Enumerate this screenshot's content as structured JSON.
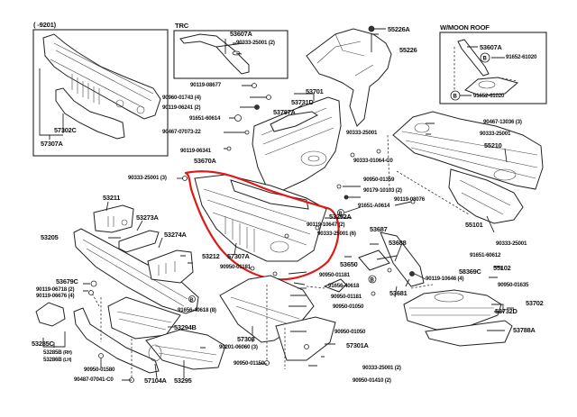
{
  "diagram": {
    "title": "Body panel / floor pan parts diagram",
    "highlight_color": "#e01818",
    "insets": {
      "top_left": {
        "label": "(      -9201)"
      },
      "trc": {
        "label": "TRC"
      },
      "moonroof": {
        "label": "W/MOON  ROOF"
      }
    },
    "labels": {
      "p57302C": "57302C",
      "p57307A_inset": "57307A",
      "p53607A_trc": "53607A",
      "p90333_25001_trc": "90333-25001 (2)",
      "p55226A": "55226A",
      "p55226": "55226",
      "p53607A_moon": "53607A",
      "p91652_61020_a": "91652-61020",
      "p91652_61020_b": "91652-61020",
      "p90119_08677": "90119-08677",
      "p90960_01743": "90960-01743 (4)",
      "p90119_06241": "90119-06241 (2)",
      "p91651_60614": "91651-60614",
      "p90467_07073": "90467-07073-22",
      "p53701": "53701",
      "p53731D": "53731D",
      "p53787A": "53787A",
      "p90119_06341": "90119-06341",
      "p53670A": "53670A",
      "p90333_25001_3": "90333-25001 (3)",
      "p90333_25001_mid": "90333-25001",
      "p90333_01064": "90333-01064-C0",
      "p90950_01359": "90950-01359",
      "p90179_10103": "90179-10103 (2)",
      "p91651_A0614": "91651-A0614",
      "p53292A": "53292A",
      "p90119_10647": "90119-10647 (2)",
      "p90333_25001_6": "90333-25001 (6)",
      "p53687": "53687",
      "p90467_13036": "90467-13036 (3)",
      "p90333_25001_right": "90333-25001",
      "p55210": "55210",
      "p90119_08076": "90119-08076",
      "p55101": "55101",
      "p90333_25001_r2": "90333-25001",
      "p91651_60612": "91651-60612",
      "p55102": "55102",
      "p58369C": "58369C",
      "p53688": "53688",
      "p90119_10646": "90119-10646 (4)",
      "p53681": "53681",
      "p90950_01635": "90950-01635",
      "p53702": "53702",
      "p53732D": "53732D",
      "p53788A": "53788A",
      "p53211": "53211",
      "p53273A": "53273A",
      "p53205": "53205",
      "p53274A": "53274A",
      "p53212": "53212",
      "p57307A": "57307A",
      "p90950_01181_a": "90950-01181",
      "p53679C": "53679C",
      "p90119_06718": "90119-06718 (2)",
      "p90119_06676": "90119-06676 (4)",
      "p91656_40618_a": "91656-40618 (8)",
      "p53294B": "53294B",
      "p53285C": "53285C",
      "p53285B": "53285B",
      "p53285B_rh": "(RH)",
      "p53286B": "53286B",
      "p53286B_lh": "(LH)",
      "p90950_01580": "90950-01580",
      "p90487_07041": "90487-07041-C0",
      "p57104A": "57104A",
      "p53295": "53295",
      "p90201_06060": "90201-06060 (3)",
      "p57308": "57308",
      "p90950_01150": "90950-01150",
      "p90950_01181_b": "90950-01181",
      "p91656_40618_b": "91656-40618",
      "p90950_01181_c": "90950-01181",
      "p90950_01050_a": "90950-01050",
      "p90950_01050_b": "90950-01050",
      "p57301A": "57301A",
      "p90333_25001_2": "90333-25001 (2)",
      "p90950_01410": "90950-01410 (2)",
      "p53650": "53650"
    }
  }
}
